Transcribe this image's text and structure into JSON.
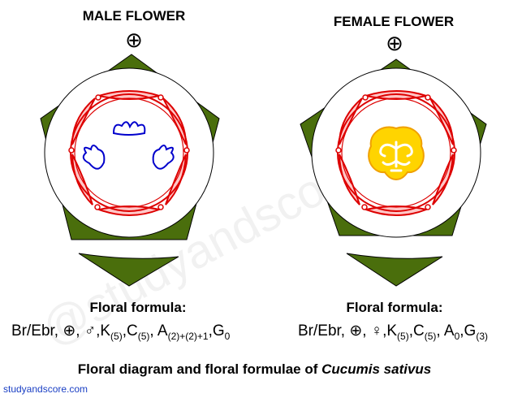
{
  "male": {
    "title": "MALE FLOWER",
    "symbol": "⊕",
    "formula_label": "Floral formula:",
    "formula": {
      "p1": "Br/Ebr, ⊕, ",
      "sex": "♂",
      "p2": ",K",
      "k_sub": "(5)",
      "p3": ",C",
      "c_sub": "(5)",
      "p4": ", A",
      "a_sub": "(2)+(2)+1",
      "p5": ",G",
      "g_sub": "0"
    }
  },
  "female": {
    "title": "FEMALE FLOWER",
    "symbol": "⊕",
    "formula_label": "Floral formula:",
    "formula": {
      "p1": "Br/Ebr, ⊕, ",
      "sex": "♀",
      "p2": ",K",
      "k_sub": "(5)",
      "p3": ",C",
      "c_sub": "(5)",
      "p4": ", A",
      "a_sub": "0",
      "p5": ",G",
      "g_sub": "(3)"
    }
  },
  "caption": {
    "text": "Floral diagram and floral formulae of ",
    "species": "Cucumis sativus"
  },
  "site": "studyandscore.com",
  "watermark": "@studyandscore.com",
  "colors": {
    "sepal": "#4a6e0c",
    "petal_fill": "#ffc7c7",
    "petal_stroke": "#dd0000",
    "stamen": "#0000cc",
    "ovary_fill": "#ffd400",
    "ovary_stroke": "#f0a000"
  }
}
